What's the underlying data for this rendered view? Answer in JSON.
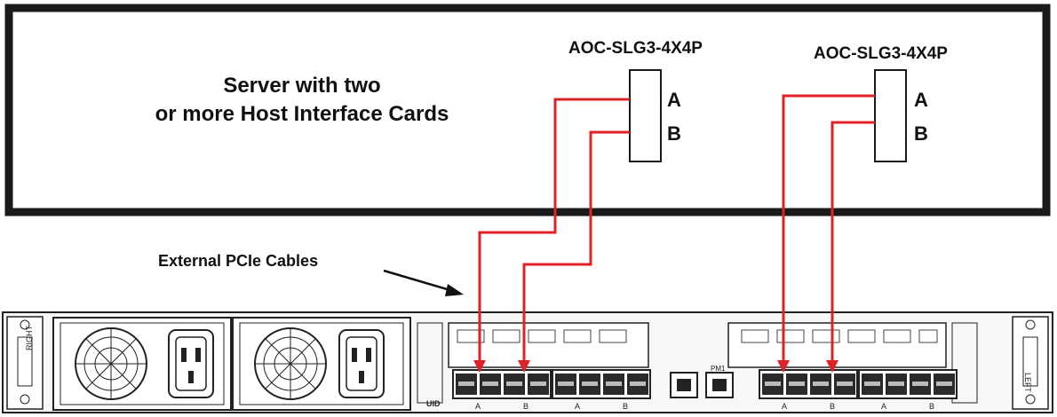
{
  "server": {
    "line1": "Server with two",
    "line2": "or more Host Interface Cards"
  },
  "cards": [
    {
      "model": "AOC-SLG3-4X4P",
      "port_a": "A",
      "port_b": "B"
    },
    {
      "model": "AOC-SLG3-4X4P",
      "port_a": "A",
      "port_b": "B"
    }
  ],
  "cables_label": "External PCIe Cables",
  "chassis": {
    "left_ear": "RIGHT",
    "right_ear": "LEFT",
    "uid": "UID",
    "ipmi": "PM1",
    "port_groups": [
      "A",
      "B",
      "A",
      "B",
      "A",
      "B",
      "A",
      "B"
    ]
  },
  "colors": {
    "cable": "#e02027",
    "outline": "#1a1a1a"
  },
  "icons": [
    "arrow-icon",
    "power-supply-fan-icon",
    "power-inlet-icon",
    "pcie-port-icon",
    "network-port-icon"
  ]
}
